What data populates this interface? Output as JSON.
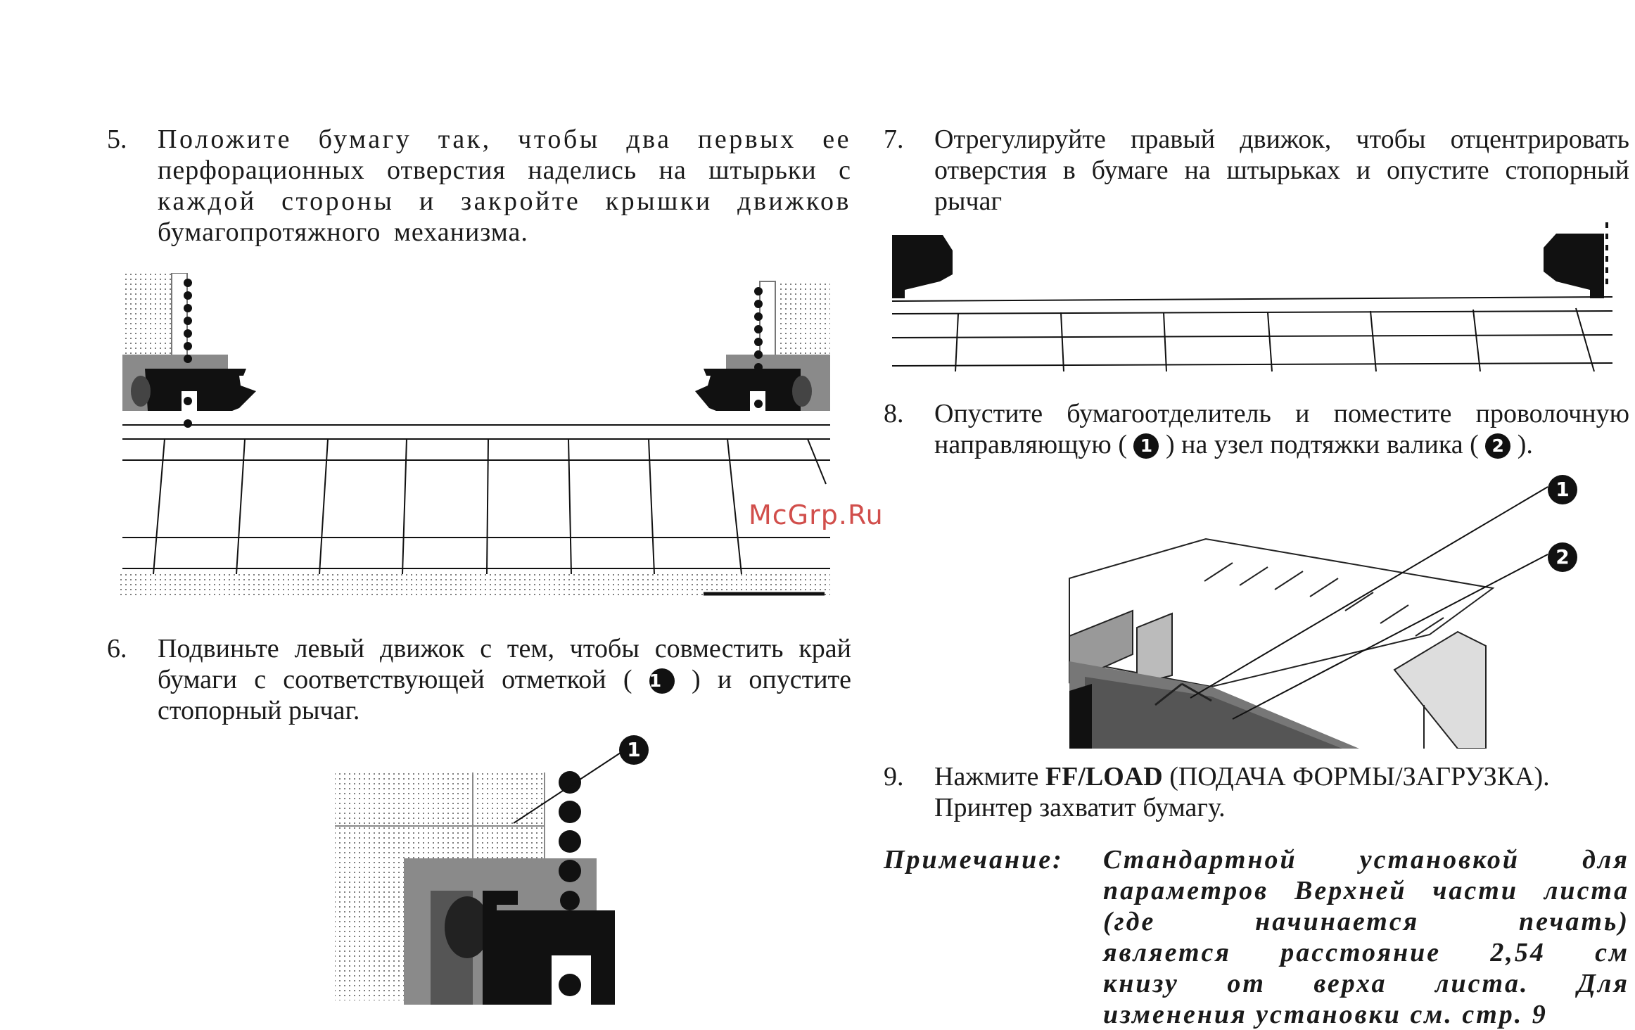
{
  "steps": [
    {
      "num": "5.",
      "lines": [
        "Положите бумагу так, чтобы два первых ее",
        "перфорационных отверстия наделись на штырьки с",
        "каждой стороны и закройте крышки движков",
        "бумагопротяжного механизма."
      ]
    },
    {
      "num": "6.",
      "line1": "Подвиньте левый движок с тем, чтобы совместить край",
      "line2a": "бумаги с соответствующей отметкой (",
      "line2b": ") и опустите",
      "line3": "стопорный рычаг."
    },
    {
      "num": "7.",
      "lines": [
        "Отрегулируйте правый движок, чтобы отцентрировать",
        "отверстия в бумаге на штырьках и опустите стопорный",
        "рычаг"
      ]
    },
    {
      "num": "8.",
      "line1": "Опустите бумагоотделитель и поместите проволочную",
      "line2a": "направляющую (",
      "line2b": ")  на узел подтяжки валика (",
      "line2c": ")."
    },
    {
      "num": "9.",
      "line1a": "Нажмите ",
      "line1b": "FF/LOAD",
      "line1c": " (ПОДАЧА ФОРМЫ/ЗАГРУЗКА).",
      "line2": "Принтер захватит бумагу."
    }
  ],
  "markers": {
    "one": "1",
    "two": "2"
  },
  "note": {
    "label": "Примечание:",
    "lines": [
      "Стандартной установкой для",
      "параметров Верхней части листа",
      "(где начинается печать)",
      "является расстояние 2,54 см",
      "книзу от верха листа. Для",
      "изменения установки см. стр. 9"
    ]
  },
  "watermark": "McGrp.Ru"
}
